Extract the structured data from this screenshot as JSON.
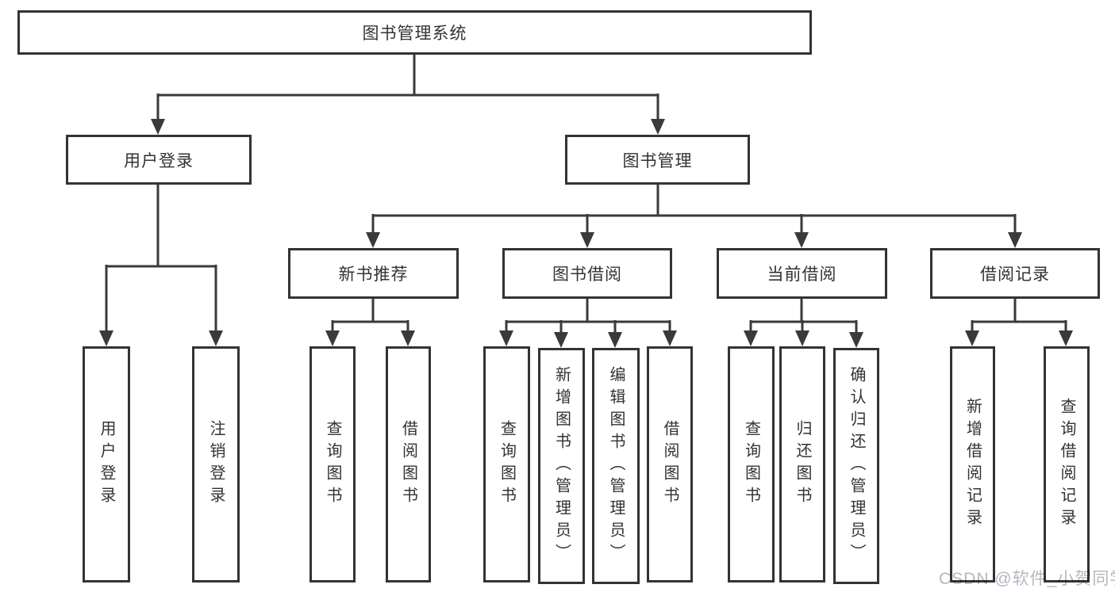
{
  "diagram": {
    "type": "hierarchy-tree",
    "colors": {
      "line": "#3a3a3a",
      "box_border": "#333333",
      "box_fill": "#ffffff",
      "text": "#333333",
      "watermark_text": "#b3b8c0",
      "background": "#ffffff"
    },
    "tree": {
      "label": "图书管理系统",
      "children": [
        {
          "label": "用户登录",
          "children": [
            {
              "label": "用户登录"
            },
            {
              "label": "注销登录"
            }
          ]
        },
        {
          "label": "图书管理",
          "children": [
            {
              "label": "新书推荐",
              "children": [
                {
                  "label": "查询图书"
                },
                {
                  "label": "借阅图书"
                }
              ]
            },
            {
              "label": "图书借阅",
              "children": [
                {
                  "label": "查询图书"
                },
                {
                  "label": "新增图书（管理员）"
                },
                {
                  "label": "编辑图书（管理员）"
                },
                {
                  "label": "借阅图书"
                }
              ]
            },
            {
              "label": "当前借阅",
              "children": [
                {
                  "label": "查询图书"
                },
                {
                  "label": "归还图书"
                },
                {
                  "label": "确认归还（管理员）"
                }
              ]
            },
            {
              "label": "借阅记录",
              "children": [
                {
                  "label": "新增借阅记录"
                },
                {
                  "label": "查询借阅记录"
                }
              ]
            }
          ]
        }
      ]
    },
    "watermark": "CSDN @软件_小贺同学"
  }
}
